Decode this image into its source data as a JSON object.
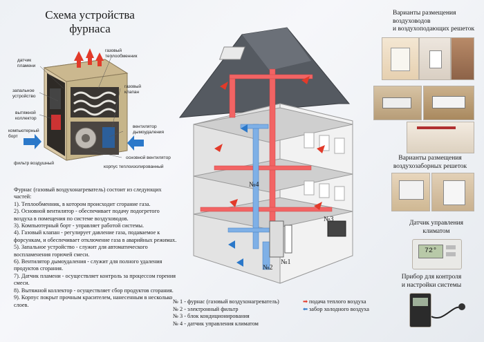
{
  "title": {
    "line1": "Схема устройства",
    "line2": "фурнаса"
  },
  "furnace_labels": {
    "gas_heat_exchanger": [
      "газовый",
      "теплообменник"
    ],
    "flame_sensor": [
      "датчик",
      "пламени"
    ],
    "gas_valve": [
      "газовый",
      "клапан"
    ],
    "ignition_device": [
      "запальное",
      "устройство"
    ],
    "exhaust_collector": [
      "вытяжной",
      "коллектор"
    ],
    "computer_board": [
      "компьютерный",
      "борт"
    ],
    "flue_fan": [
      "вентилятор",
      "дымоудаления"
    ],
    "main_fan": "основной вентилятор",
    "insulated_casing": "корпус теплоизолированный",
    "air_filter": "фильтр воздушный"
  },
  "description": [
    "Фурнас (газовый воздухонагреватель) состоит из следующих частей:",
    "1). Теплообменник, в котором происходит сгорание газа.",
    "2). Основной вентилятор - обеспечивает подачу подогретого воздуха в помещения по системе воздуховодов.",
    "3). Компьютерный борт - управляет работой системы.",
    "4). Газовый клапан - регулирует давление газа, подаваемое к форсункам, и обеспечивает отключение газа в аварийных режимах.",
    "5). Запальное устройство - служит для автоматического воспламенения горючей смеси.",
    "6). Вентилятор дымоудаления - служит для полного удаления продуктов сгорания.",
    "7). Датчик пламени - осуществляет контроль за процессом горения смеси.",
    "8). Вытяжной коллектор - осуществляет сбор продуктов сгорания.",
    "9). Корпус покрыт прочным красителем, нанесенным в несколько слоев."
  ],
  "house_labels": {
    "n1": "№1",
    "n2": "№2",
    "n3": "№3",
    "n4": "№4"
  },
  "legend": {
    "items": [
      "№ 1 - фурнас (газовый воздухонагреватель)",
      "№ 2 - электронный фильтр",
      "№ 3 - блок кондиционирования",
      "№ 4 - датчик управления климатом"
    ],
    "warm": "подача теплого воздуха",
    "cold": "забор холодного воздуха",
    "warm_color": "#e23a2a",
    "cold_color": "#2b78c9"
  },
  "right": {
    "supply_title": [
      "Варианты размещения",
      "воздуховодов",
      "и воздухоподающих решеток"
    ],
    "intake_title": [
      "Варианты размещения",
      "воздухозаборных решеток"
    ],
    "sensor_title": [
      "Датчик управления",
      "климатом"
    ],
    "controller_title": [
      "Прибор для контроля",
      "и настройки системы"
    ],
    "thermostat_display": "72°"
  }
}
